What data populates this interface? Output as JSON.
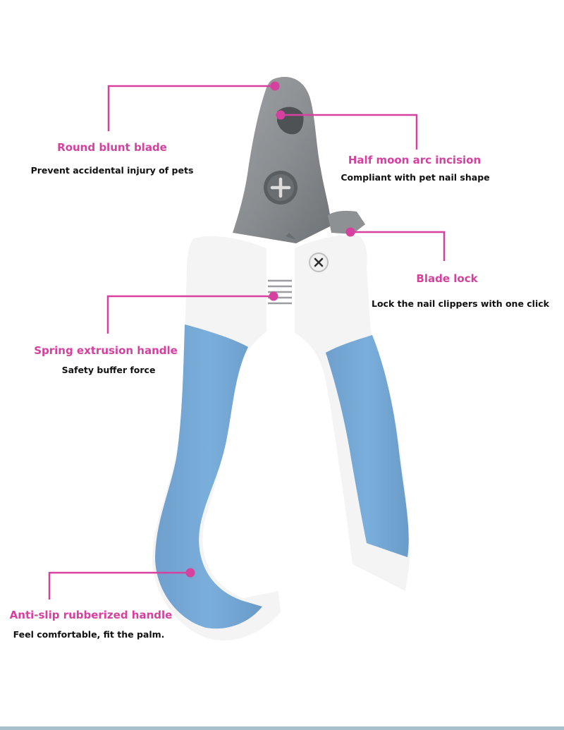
{
  "colors": {
    "accent": "#d6409f",
    "handle_blue": "#74a9d6",
    "handle_white": "#f5f5f5",
    "blade_gray": "#8f9396",
    "text": "#111111"
  },
  "callouts": {
    "round_blade": {
      "title": "Round blunt blade",
      "description": "Prevent accidental injury of pets"
    },
    "half_moon": {
      "title": "Half moon arc incision",
      "description": "Compliant with pet nail shape"
    },
    "blade_lock": {
      "title": "Blade lock",
      "description": "Lock the nail clippers with one click"
    },
    "spring": {
      "title": "Spring extrusion handle",
      "description": "Safety buffer force"
    },
    "anti_slip": {
      "title": "Anti-slip rubberized handle",
      "description": "Feel comfortable, fit the palm."
    }
  }
}
